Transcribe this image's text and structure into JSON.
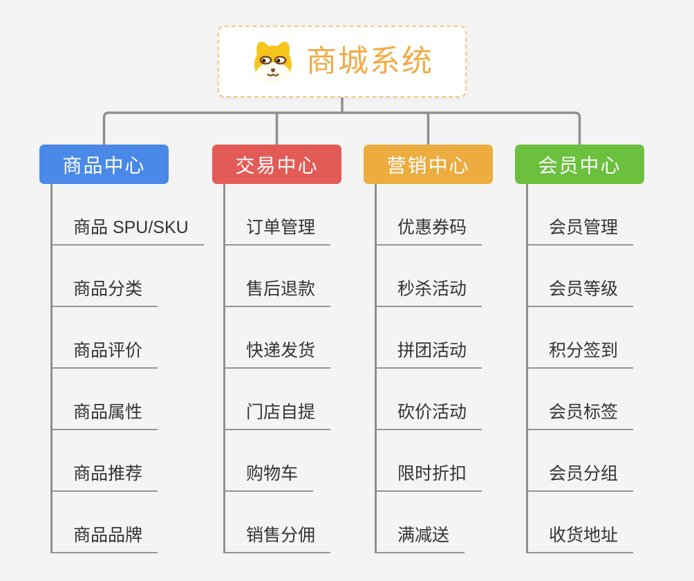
{
  "root": {
    "title": "商城系统",
    "icon": "shiba-dog-icon",
    "accent_color": "#F0AC45",
    "border_color": "#F6C87E"
  },
  "branches": [
    {
      "id": "product-center",
      "label": "商品中心",
      "color": "#4A89E8",
      "items": [
        "商品 SPU/SKU",
        "商品分类",
        "商品评价",
        "商品属性",
        "商品推荐",
        "商品品牌"
      ]
    },
    {
      "id": "trade-center",
      "label": "交易中心",
      "color": "#E25B57",
      "items": [
        "订单管理",
        "售后退款",
        "快递发货",
        "门店自提",
        "购物车",
        "销售分佣"
      ]
    },
    {
      "id": "marketing-center",
      "label": "营销中心",
      "color": "#ECAC3F",
      "items": [
        "优惠券码",
        "秒杀活动",
        "拼团活动",
        "砍价活动",
        "限时折扣",
        "满减送"
      ]
    },
    {
      "id": "member-center",
      "label": "会员中心",
      "color": "#6BC03E",
      "items": [
        "会员管理",
        "会员等级",
        "积分签到",
        "会员标签",
        "会员分组",
        "收货地址"
      ]
    }
  ],
  "connector_color": "#8F8F8F"
}
